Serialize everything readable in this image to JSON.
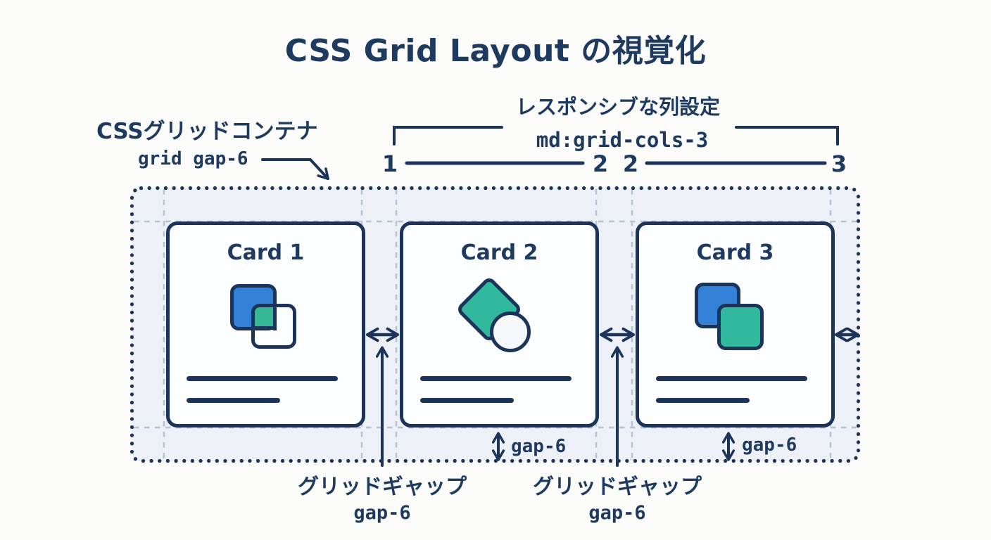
{
  "title": "CSS Grid Layout の視覚化",
  "container_callout": {
    "heading": "CSSグリッドコンテナ",
    "code": "grid gap-6"
  },
  "responsive_callout": {
    "heading": "レスポンシブな列設定",
    "code": "md:grid-cols-3"
  },
  "grid_line_numbers": [
    "1",
    "2",
    "2",
    "3"
  ],
  "cards": [
    {
      "title": "Card 1",
      "icon": "overlapping-squares-blue-white"
    },
    {
      "title": "Card 2",
      "icon": "diamond-and-circle"
    },
    {
      "title": "Card 3",
      "icon": "stacked-squares-blue-teal"
    }
  ],
  "gap_annotations": {
    "inline": [
      "gap-6",
      "gap-6"
    ],
    "callouts": [
      {
        "heading": "グリッドギャップ",
        "code": "gap-6"
      },
      {
        "heading": "グリッドギャップ",
        "code": "gap-6"
      }
    ]
  },
  "colors": {
    "navy": "#1c3459",
    "blue": "#3380d8",
    "teal": "#31b99e",
    "container_bg": "#edf0f6",
    "guide_dash": "#b5c3d6",
    "card_bg": "#fdfeff",
    "page_bg": "#fbfbfa"
  }
}
